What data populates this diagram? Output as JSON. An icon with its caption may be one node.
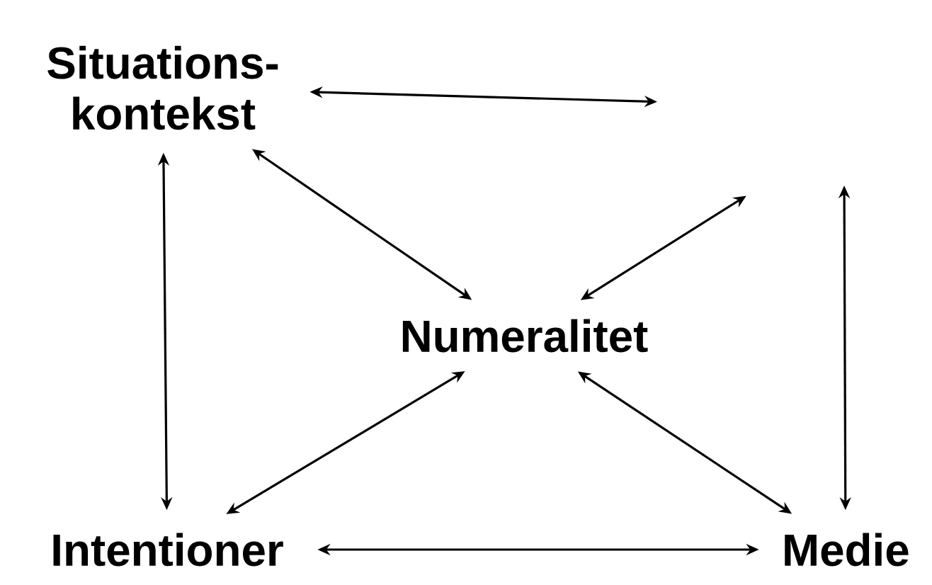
{
  "diagram": {
    "nodes": [
      {
        "text": [
          "Situations- kontekst"
        ]
      },
      {
        "text": [
          "Numeralitet"
        ]
      },
      {
        "text": [
          "Intentioner"
        ]
      },
      {
        "text": [
          "Medie"
        ]
      }
    ],
    "edges": [
      {
        "from": 0,
        "to": null,
        "arrow": "both"
      },
      {
        "from": 0,
        "to": 2,
        "arrow": "both"
      },
      {
        "from": 0,
        "to": 1,
        "arrow": "both"
      },
      {
        "from": 1,
        "to": null,
        "arrow": "both"
      },
      {
        "from": null,
        "to": 3,
        "arrow": "both"
      },
      {
        "from": 1,
        "to": 2,
        "arrow": "both"
      },
      {
        "from": 1,
        "to": 3,
        "arrow": "both"
      },
      {
        "from": 2,
        "to": 3,
        "arrow": "both"
      }
    ]
  }
}
